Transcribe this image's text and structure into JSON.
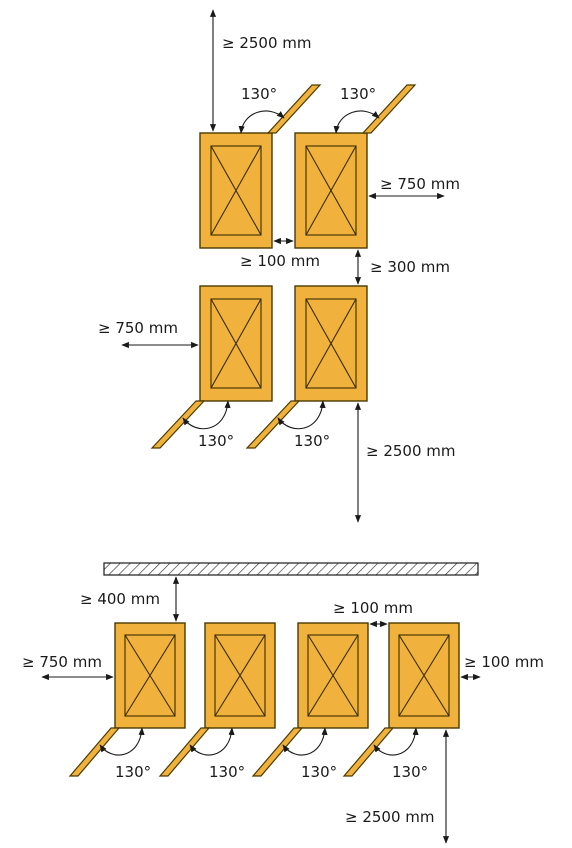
{
  "colors": {
    "cabinet_fill": "#F0B23C",
    "cabinet_stroke": "#4a3a00",
    "line": "#1a1a1a",
    "wall_hatch": "#333333"
  },
  "labels": {
    "top_clearance_upper": "≥ 2500 mm",
    "door_angle_1": "130°",
    "door_angle_2": "130°",
    "side_clearance_right": "≥ 750 mm",
    "gap_between_upper": "≥ 100 mm",
    "row_gap": "≥ 300 mm",
    "side_clearance_left": "≥ 750 mm",
    "door_angle_3": "130°",
    "door_angle_4": "130°",
    "front_clearance_lower": "≥ 2500 mm",
    "wall_clearance": "≥ 400 mm",
    "gap_between_row": "≥ 100 mm",
    "side_clearance_row_left": "≥ 750 mm",
    "side_clearance_row_right": "≥ 100 mm",
    "door_angle_5": "130°",
    "door_angle_6": "130°",
    "door_angle_7": "130°",
    "door_angle_8": "130°",
    "front_clearance_row": "≥ 2500 mm"
  }
}
